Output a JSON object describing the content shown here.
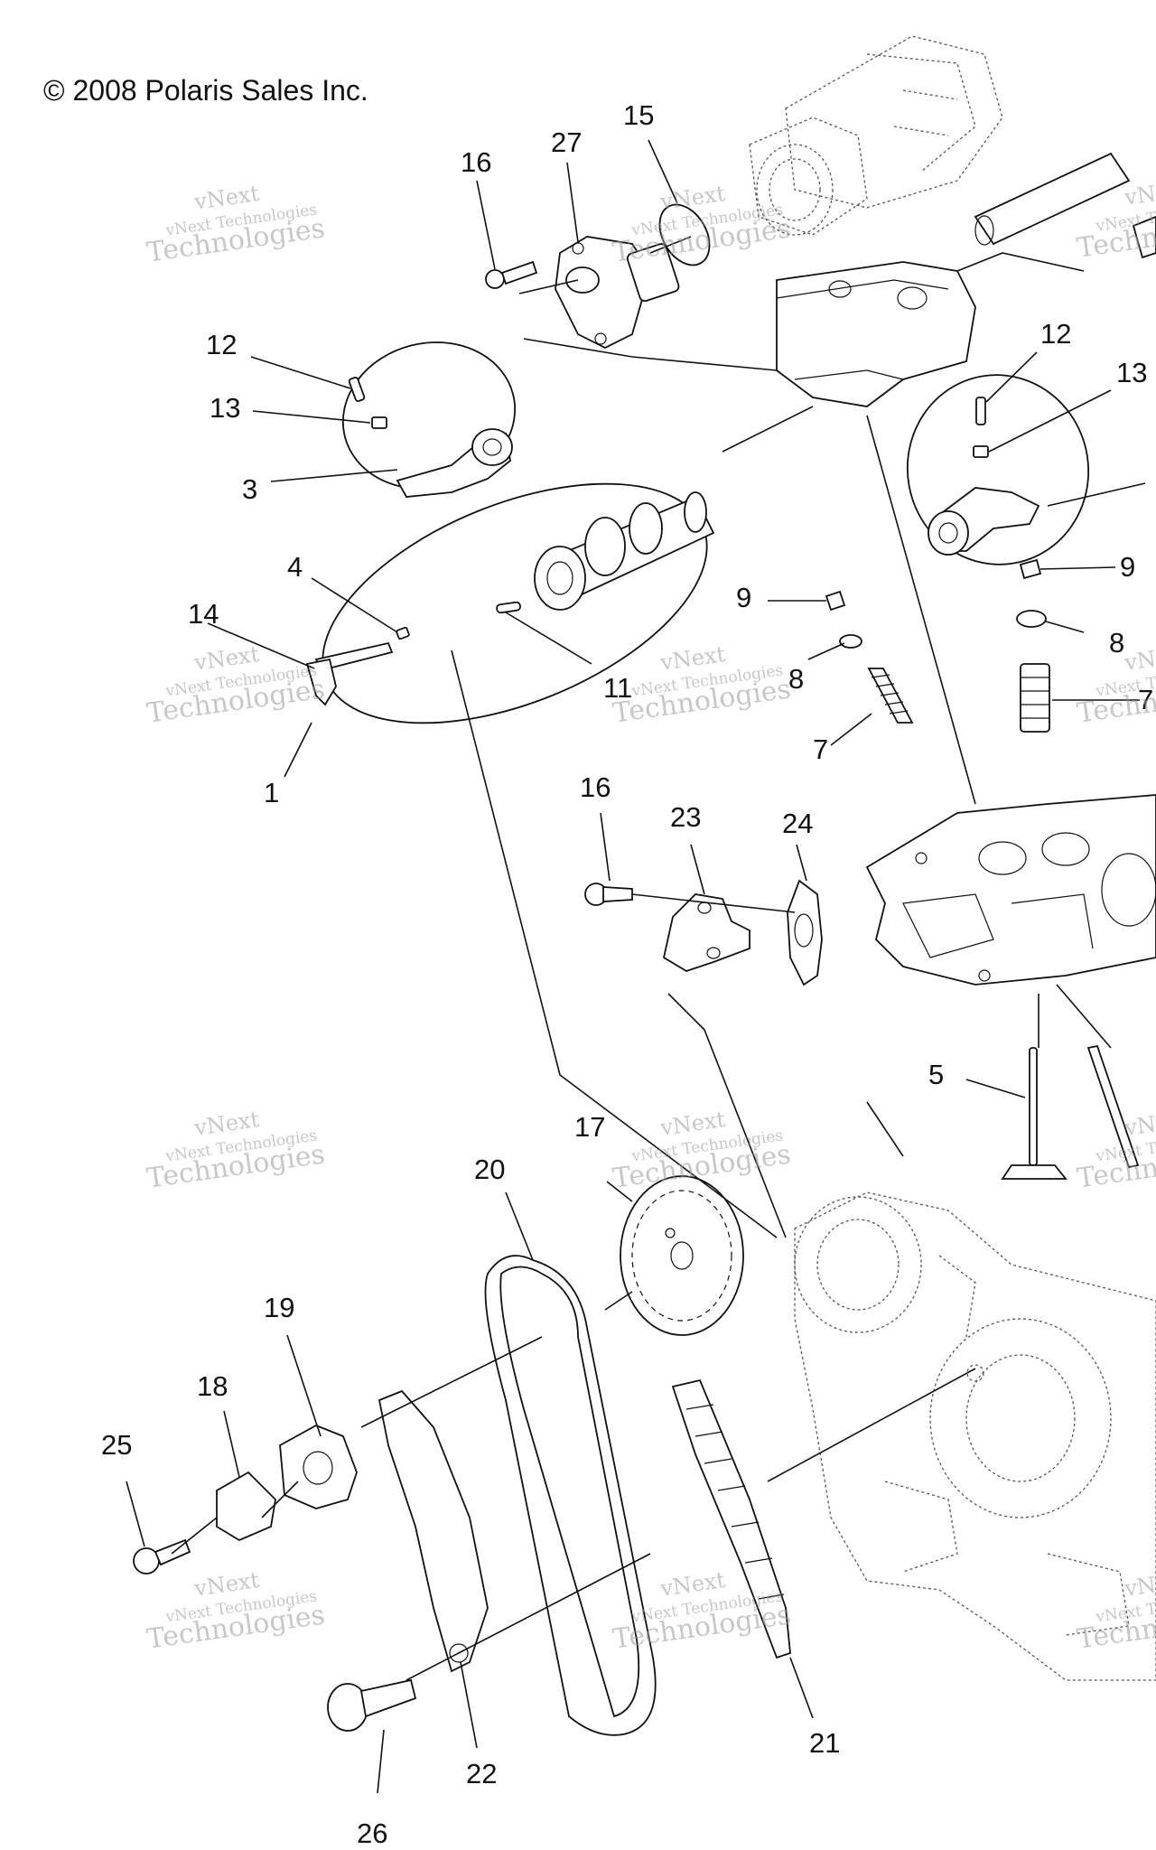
{
  "copyright": "© 2008 Polaris Sales Inc.",
  "watermark": {
    "brand": "vNext",
    "line1": "vNext Technologies",
    "line2": "Technologies"
  },
  "callouts": [
    {
      "id": "c16a",
      "label": "16"
    },
    {
      "id": "c27",
      "label": "27"
    },
    {
      "id": "c15",
      "label": "15"
    },
    {
      "id": "c12a",
      "label": "12"
    },
    {
      "id": "c13a",
      "label": "13"
    },
    {
      "id": "c3",
      "label": "3"
    },
    {
      "id": "c12b",
      "label": "12"
    },
    {
      "id": "c13b",
      "label": "13"
    },
    {
      "id": "c4",
      "label": "4"
    },
    {
      "id": "c14",
      "label": "14"
    },
    {
      "id": "c9a",
      "label": "9"
    },
    {
      "id": "c9b",
      "label": "9"
    },
    {
      "id": "c8a",
      "label": "8"
    },
    {
      "id": "c8b",
      "label": "8"
    },
    {
      "id": "c11",
      "label": "11"
    },
    {
      "id": "c7a",
      "label": "7"
    },
    {
      "id": "c7b",
      "label": "7"
    },
    {
      "id": "c1",
      "label": "1"
    },
    {
      "id": "c16b",
      "label": "16"
    },
    {
      "id": "c23",
      "label": "23"
    },
    {
      "id": "c24",
      "label": "24"
    },
    {
      "id": "c5",
      "label": "5"
    },
    {
      "id": "c17",
      "label": "17"
    },
    {
      "id": "c20",
      "label": "20"
    },
    {
      "id": "c19",
      "label": "19"
    },
    {
      "id": "c18",
      "label": "18"
    },
    {
      "id": "c25",
      "label": "25"
    },
    {
      "id": "c21",
      "label": "21"
    },
    {
      "id": "c22",
      "label": "22"
    },
    {
      "id": "c26",
      "label": "26"
    }
  ]
}
